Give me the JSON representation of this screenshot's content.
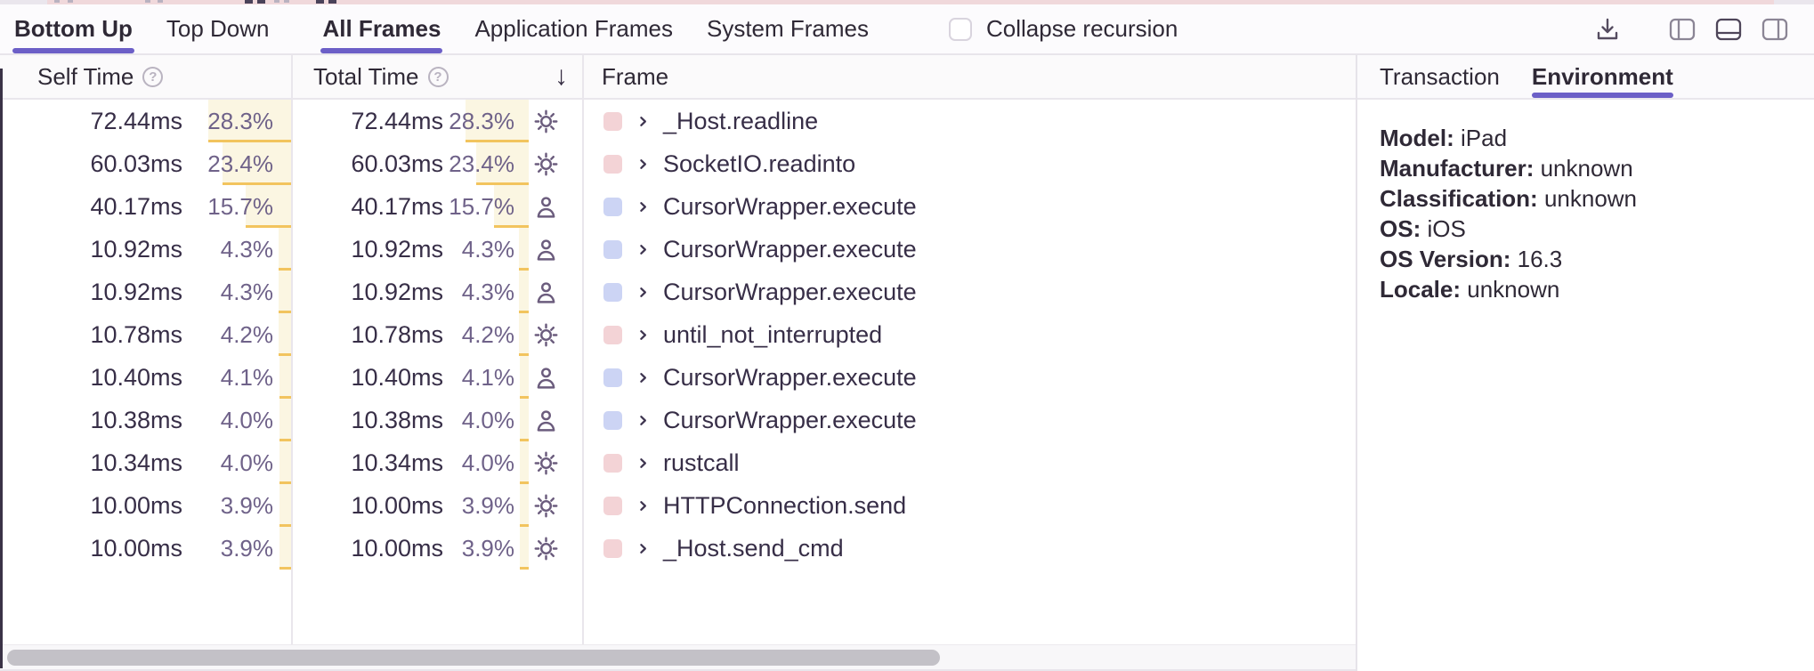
{
  "toolbar": {
    "view_tabs": [
      {
        "label": "Bottom Up",
        "active": true
      },
      {
        "label": "Top Down",
        "active": false
      }
    ],
    "frame_tabs": [
      {
        "label": "All Frames",
        "active": true
      },
      {
        "label": "Application Frames",
        "active": false
      },
      {
        "label": "System Frames",
        "active": false
      }
    ],
    "collapse_recursion_label": "Collapse recursion",
    "collapse_recursion_checked": false,
    "icons": [
      "download-icon",
      "layout-left-panel-icon",
      "layout-bottom-panel-icon",
      "layout-right-panel-icon"
    ],
    "active_layout_icon": "layout-bottom-panel-icon"
  },
  "table": {
    "columns": {
      "self_time": "Self Time",
      "total_time": "Total Time",
      "frame": "Frame"
    },
    "sort": {
      "column": "total_time",
      "direction": "desc",
      "arrow": "↓"
    },
    "rows": [
      {
        "self_time": "72.44ms",
        "self_pct": "28.3%",
        "total_time": "72.44ms",
        "total_pct": "28.3%",
        "pct_num": 28.3,
        "frame_type": "system",
        "frame": "_Host.readline"
      },
      {
        "self_time": "60.03ms",
        "self_pct": "23.4%",
        "total_time": "60.03ms",
        "total_pct": "23.4%",
        "pct_num": 23.4,
        "frame_type": "system",
        "frame": "SocketIO.readinto"
      },
      {
        "self_time": "40.17ms",
        "self_pct": "15.7%",
        "total_time": "40.17ms",
        "total_pct": "15.7%",
        "pct_num": 15.7,
        "frame_type": "application",
        "frame": "CursorWrapper.execute"
      },
      {
        "self_time": "10.92ms",
        "self_pct": "4.3%",
        "total_time": "10.92ms",
        "total_pct": "4.3%",
        "pct_num": 4.3,
        "frame_type": "application",
        "frame": "CursorWrapper.execute"
      },
      {
        "self_time": "10.92ms",
        "self_pct": "4.3%",
        "total_time": "10.92ms",
        "total_pct": "4.3%",
        "pct_num": 4.3,
        "frame_type": "application",
        "frame": "CursorWrapper.execute"
      },
      {
        "self_time": "10.78ms",
        "self_pct": "4.2%",
        "total_time": "10.78ms",
        "total_pct": "4.2%",
        "pct_num": 4.2,
        "frame_type": "system",
        "frame": "until_not_interrupted"
      },
      {
        "self_time": "10.40ms",
        "self_pct": "4.1%",
        "total_time": "10.40ms",
        "total_pct": "4.1%",
        "pct_num": 4.1,
        "frame_type": "application",
        "frame": "CursorWrapper.execute"
      },
      {
        "self_time": "10.38ms",
        "self_pct": "4.0%",
        "total_time": "10.38ms",
        "total_pct": "4.0%",
        "pct_num": 4.0,
        "frame_type": "application",
        "frame": "CursorWrapper.execute"
      },
      {
        "self_time": "10.34ms",
        "self_pct": "4.0%",
        "total_time": "10.34ms",
        "total_pct": "4.0%",
        "pct_num": 4.0,
        "frame_type": "system",
        "frame": "rustcall"
      },
      {
        "self_time": "10.00ms",
        "self_pct": "3.9%",
        "total_time": "10.00ms",
        "total_pct": "3.9%",
        "pct_num": 3.9,
        "frame_type": "system",
        "frame": "HTTPConnection.send"
      },
      {
        "self_time": "10.00ms",
        "self_pct": "3.9%",
        "total_time": "10.00ms",
        "total_pct": "3.9%",
        "pct_num": 3.9,
        "frame_type": "system",
        "frame": "_Host.send_cmd"
      }
    ]
  },
  "details_panel": {
    "tabs": [
      {
        "label": "Transaction",
        "active": false
      },
      {
        "label": "Environment",
        "active": true
      }
    ],
    "fields": [
      {
        "label": "Model:",
        "value": "iPad"
      },
      {
        "label": "Manufacturer:",
        "value": "unknown"
      },
      {
        "label": "Classification:",
        "value": "unknown"
      },
      {
        "label": "OS:",
        "value": "iOS"
      },
      {
        "label": "OS Version:",
        "value": "16.3"
      },
      {
        "label": "Locale:",
        "value": "unknown"
      }
    ]
  },
  "colors": {
    "accent_purple": "#6c5fc7",
    "pct_bar_fill": "#fbf6e2",
    "pct_bar_edge": "#f2c45e",
    "system_chip": "#f3d3d6",
    "application_chip": "#ccd4f4",
    "scrollbar_thumb": "#c3c1c7"
  }
}
